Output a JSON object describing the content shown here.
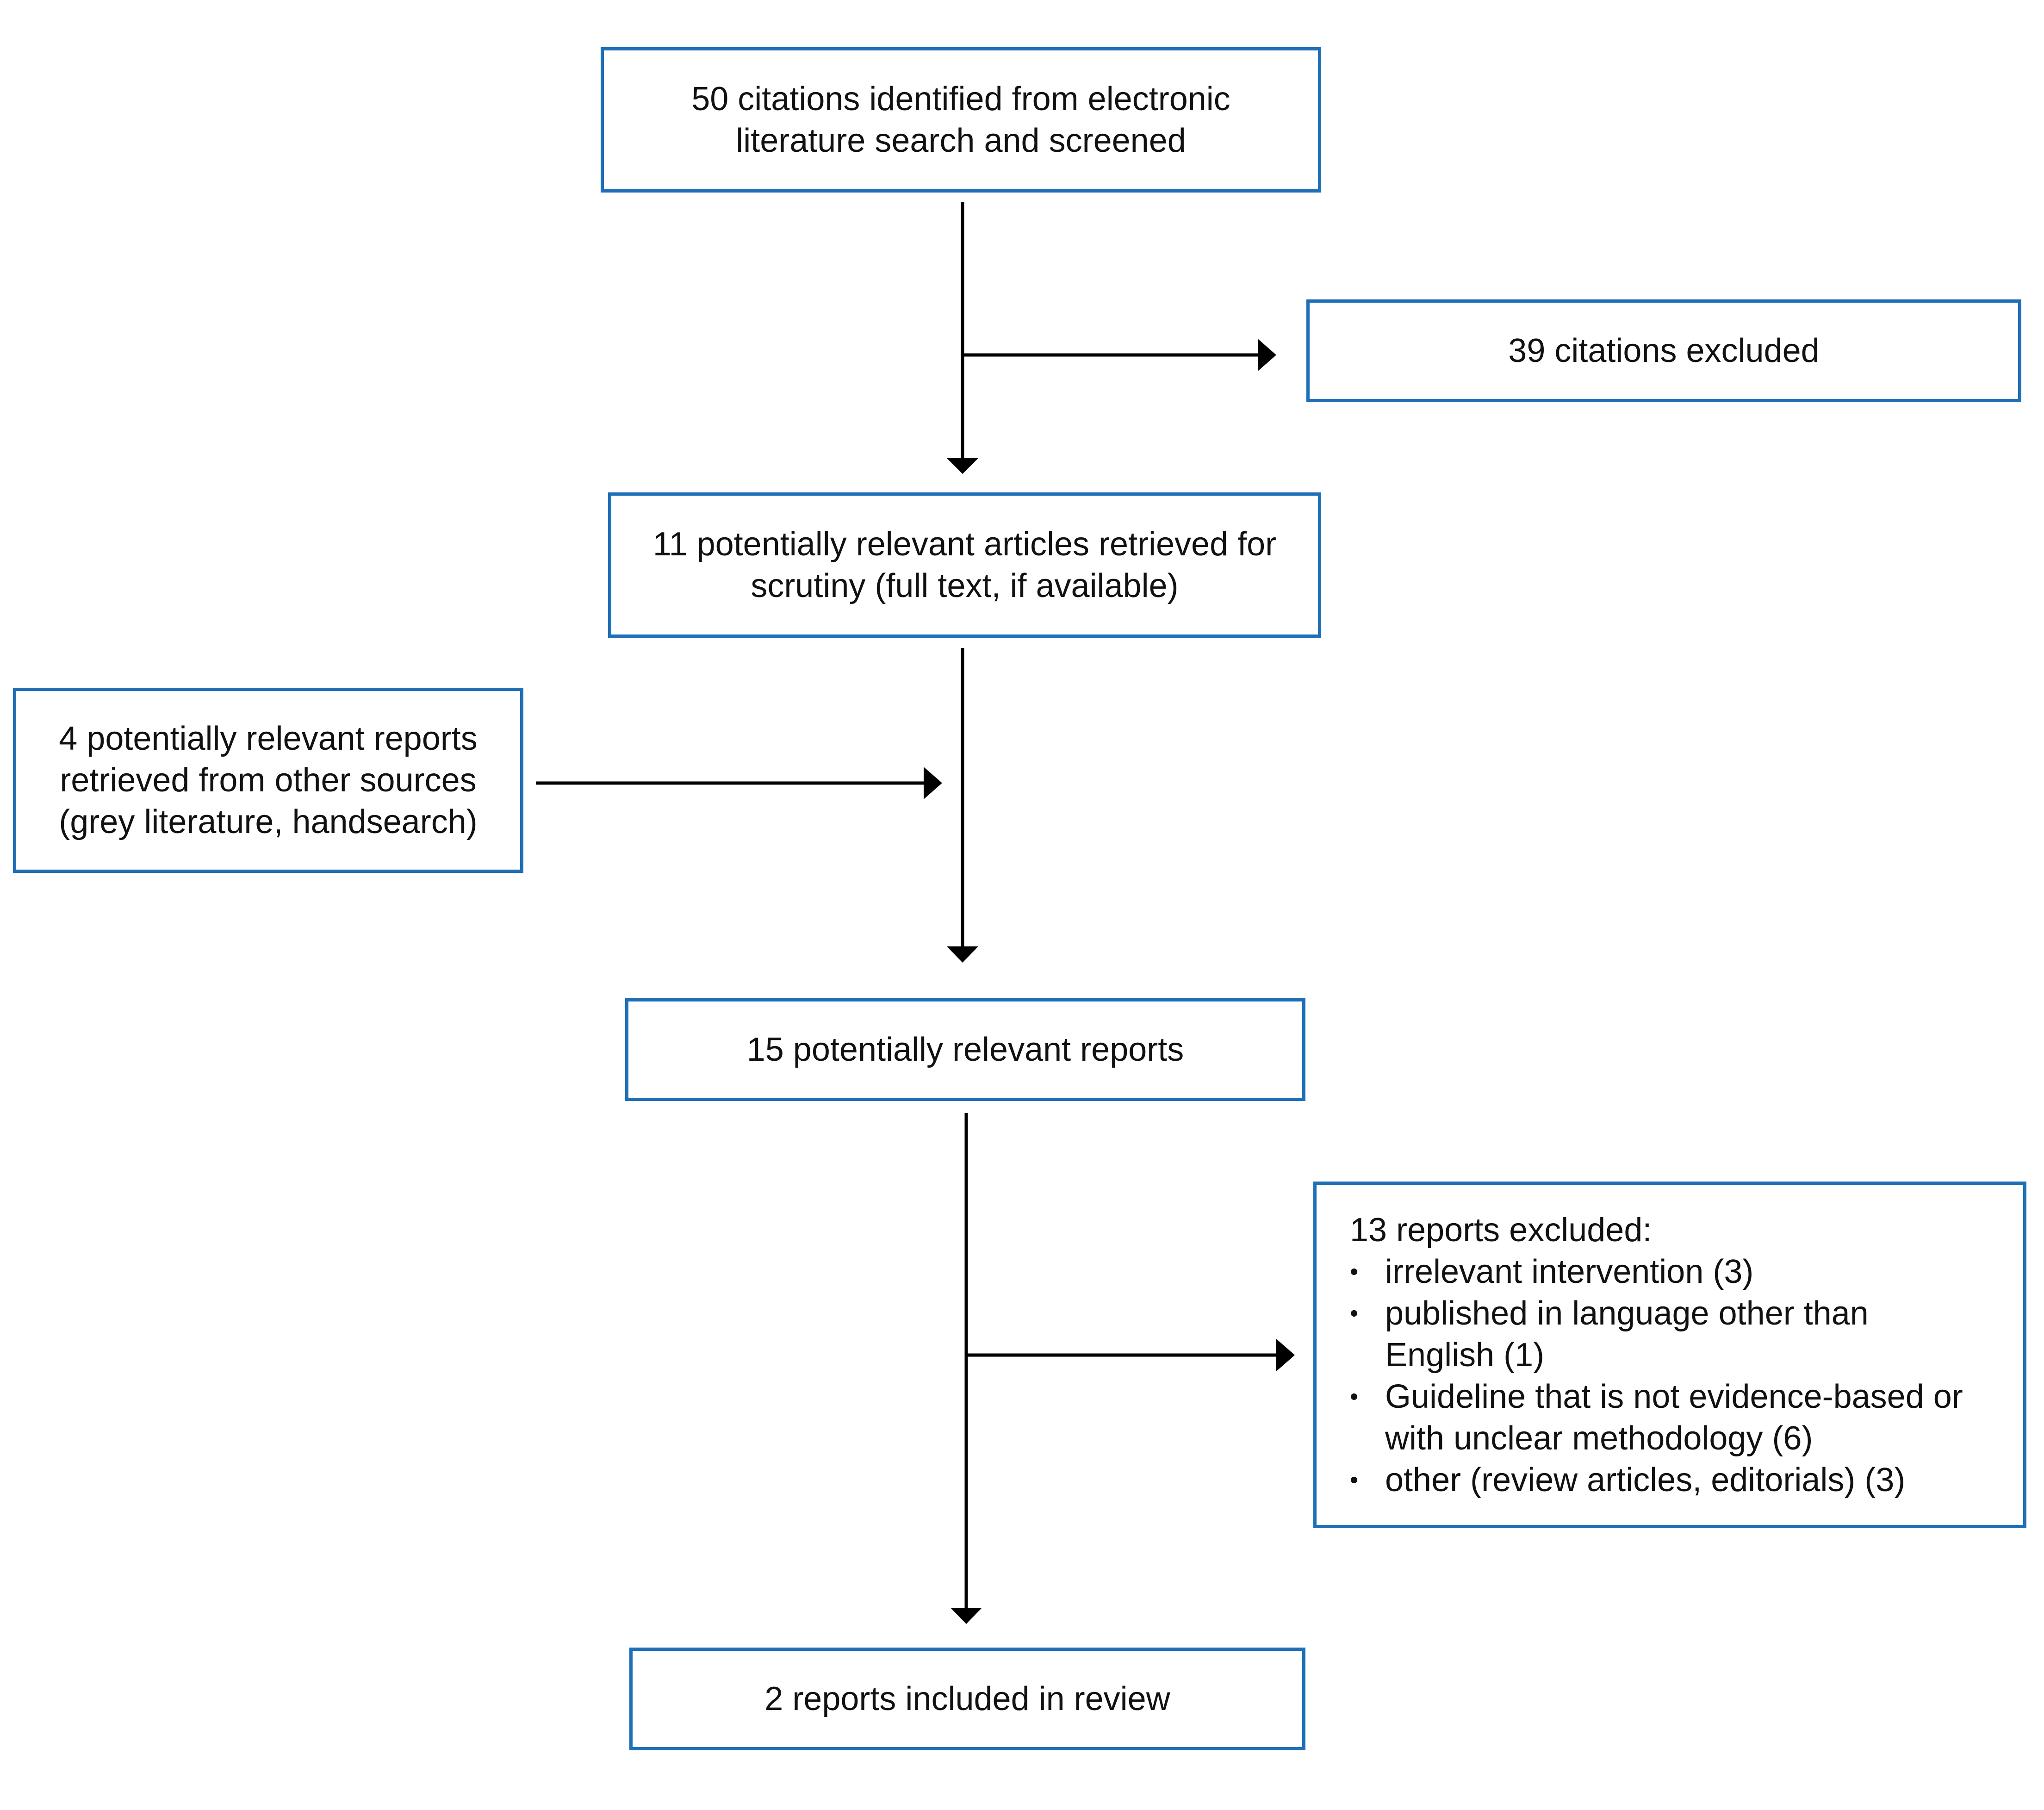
{
  "boxes": {
    "identified": "50 citations identified from electronic literature search and screened",
    "excluded_citations": "39 citations excluded",
    "retrieved": "11 potentially relevant articles retrieved for scrutiny (full text, if available)",
    "other_sources": "4 potentially relevant reports retrieved from other sources (grey literature, handsearch)",
    "potentially_relevant": "15 potentially relevant reports",
    "included": "2 reports included in review"
  },
  "excluded_reports": {
    "heading": "13 reports excluded:",
    "bullet": "•",
    "items": [
      "irrelevant intervention (3)",
      "published in language other than English (1)",
      "Guideline that is not evidence-based or with unclear methodology (6)",
      "other (review articles, editorials) (3)"
    ]
  },
  "colors": {
    "box_border": "#1f6fb7",
    "arrow": "#000000"
  }
}
